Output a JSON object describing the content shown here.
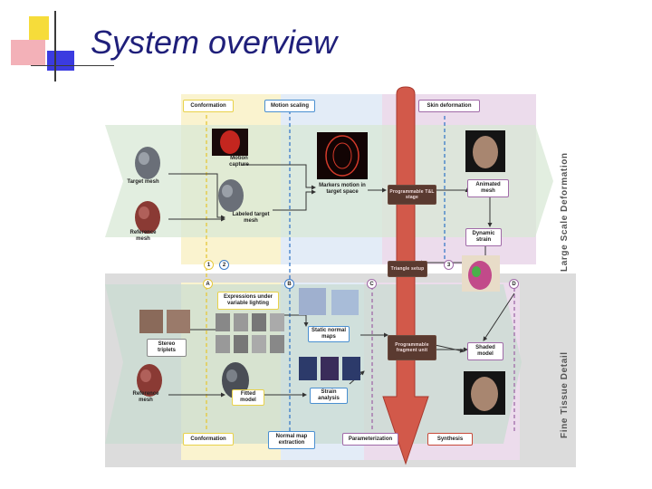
{
  "slide": {
    "title": "System overview"
  },
  "diagram": {
    "top_boxes": {
      "conformation": "Conformation",
      "motion_scaling": "Motion scaling",
      "skin_deformation": "Skin deformation"
    },
    "top_nodes": {
      "target_mesh": "Target mesh",
      "reference_mesh": "Reference mesh",
      "motion_capture": "Motion capture",
      "labeled_target_mesh": "Labeled target mesh",
      "markers_motion": "Markers motion in target space",
      "programmable_tl": "Programmable T&L stage",
      "animated_mesh": "Animated mesh",
      "dynamic_strain": "Dynamic strain"
    },
    "markers": {
      "one": "1",
      "two": "2",
      "three": "3",
      "a": "A",
      "b": "B",
      "c": "C",
      "d": "D"
    },
    "triangle_setup": "Triangle setup",
    "bottom_nodes": {
      "expressions": "Expressions under variable lighting",
      "stereo_triplets": "Stereo triplets",
      "static_normal_maps": "Static normal maps",
      "programmable_fragment": "Programmable fragment unit",
      "reference_mesh": "Reference mesh",
      "fitted_model": "Fitted model",
      "strain_analysis": "Strain analysis",
      "shaded_model": "Shaded model"
    },
    "bottom_boxes": {
      "conformation": "Conformation",
      "normal_map_extraction": "Normal map extraction",
      "parameterization": "Parameterization",
      "synthesis": "Synthesis"
    },
    "side_labels": {
      "top": "Large Scale Deformation",
      "bottom": "Fine Tissue Detail"
    }
  },
  "colors": {
    "title": "#1f1f7a",
    "column_yellow": "#faf3cf",
    "column_blue": "#e3ecf7",
    "column_purple": "#ecdcec",
    "band_top": "#d8e8d6",
    "band_bottom": "#c8dcd0",
    "red_arrow": "#d2594a"
  }
}
